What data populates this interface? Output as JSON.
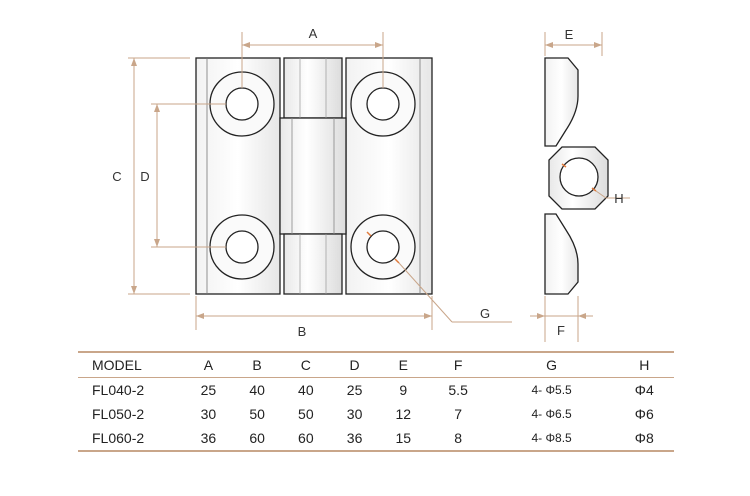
{
  "dimension_labels": {
    "A": "A",
    "B": "B",
    "C": "C",
    "D": "D",
    "E": "E",
    "F": "F",
    "G": "G",
    "H": "H"
  },
  "colors": {
    "accent": "#c9a68a",
    "drill_mark": "#e07a3c",
    "outline": "#222222"
  },
  "table": {
    "headers": [
      "MODEL",
      "A",
      "B",
      "C",
      "D",
      "E",
      "F",
      "G",
      "H"
    ],
    "rows": [
      [
        "FL040-2",
        "25",
        "40",
        "40",
        "25",
        "9",
        "5.5",
        "4- Φ5.5",
        "Φ4"
      ],
      [
        "FL050-2",
        "30",
        "50",
        "50",
        "30",
        "12",
        "7",
        "4- Φ6.5",
        "Φ6"
      ],
      [
        "FL060-2",
        "36",
        "60",
        "60",
        "36",
        "15",
        "8",
        "4- Φ8.5",
        "Φ8"
      ]
    ]
  }
}
